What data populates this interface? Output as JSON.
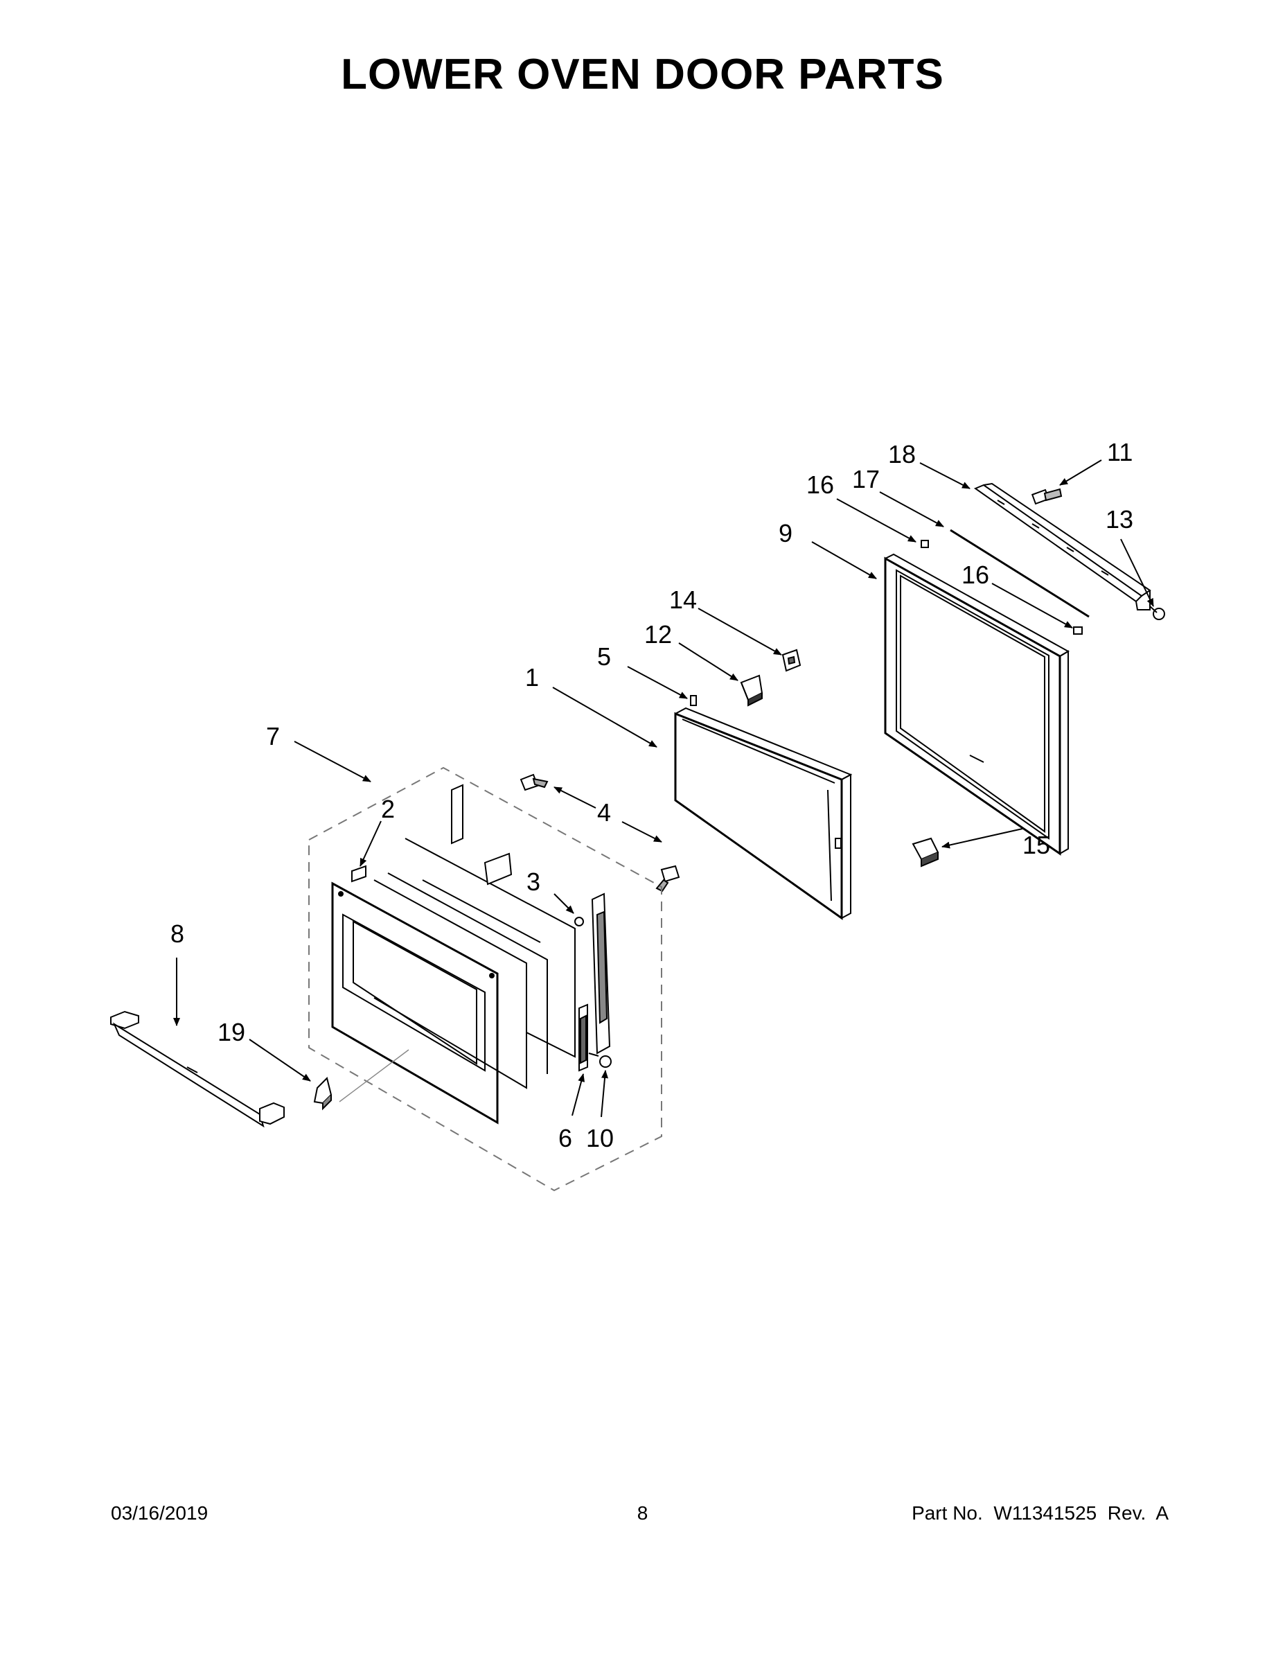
{
  "header": {
    "title": "LOWER OVEN DOOR PARTS"
  },
  "callouts": [
    {
      "id": "c1",
      "label": "1"
    },
    {
      "id": "c2",
      "label": "2"
    },
    {
      "id": "c3",
      "label": "3"
    },
    {
      "id": "c4",
      "label": "4"
    },
    {
      "id": "c5",
      "label": "5"
    },
    {
      "id": "c6",
      "label": "6"
    },
    {
      "id": "c7",
      "label": "7"
    },
    {
      "id": "c8",
      "label": "8"
    },
    {
      "id": "c9",
      "label": "9"
    },
    {
      "id": "c10",
      "label": "10"
    },
    {
      "id": "c11",
      "label": "11"
    },
    {
      "id": "c12",
      "label": "12"
    },
    {
      "id": "c13",
      "label": "13"
    },
    {
      "id": "c14",
      "label": "14"
    },
    {
      "id": "c15",
      "label": "15"
    },
    {
      "id": "c16a",
      "label": "16"
    },
    {
      "id": "c16b",
      "label": "16"
    },
    {
      "id": "c17",
      "label": "17"
    },
    {
      "id": "c18",
      "label": "18"
    },
    {
      "id": "c19",
      "label": "19"
    }
  ],
  "footer": {
    "date": "03/16/2019",
    "page": "8",
    "part_info": "Part No.  W11341525  Rev.  A"
  },
  "colors": {
    "line": "#000000",
    "background": "#ffffff"
  }
}
